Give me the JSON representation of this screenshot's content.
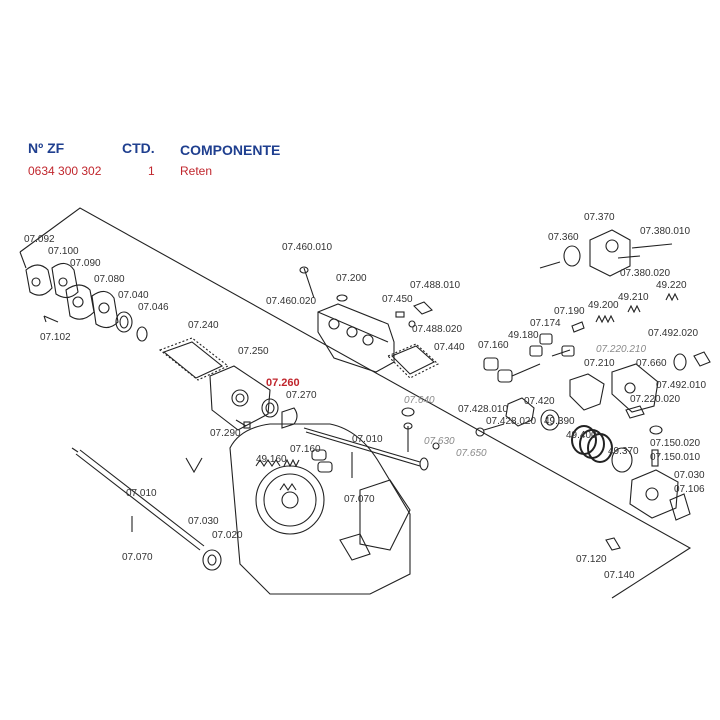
{
  "header": {
    "col_zf": "Nº ZF",
    "col_qty": "CTD.",
    "col_component": "COMPONENTE"
  },
  "row": {
    "zf": "0634 300 302",
    "qty": "1",
    "component": "Reten"
  },
  "colors": {
    "header": "#1f3f8f",
    "value": "#c0262d",
    "highlight": "#c0262d",
    "line": "#222222",
    "label": "#333333",
    "italic_label": "#8a8a8a"
  },
  "highlighted_part": "07.260",
  "parts": [
    {
      "id": "07.092"
    },
    {
      "id": "07.100"
    },
    {
      "id": "07.090"
    },
    {
      "id": "07.080"
    },
    {
      "id": "07.040"
    },
    {
      "id": "07.046"
    },
    {
      "id": "07.102"
    },
    {
      "id": "07.240"
    },
    {
      "id": "07.250"
    },
    {
      "id": "07.260"
    },
    {
      "id": "07.270"
    },
    {
      "id": "07.290"
    },
    {
      "id": "49.160"
    },
    {
      "id": "07.160"
    },
    {
      "id": "07.010"
    },
    {
      "id": "07.030"
    },
    {
      "id": "07.020"
    },
    {
      "id": "07.070"
    },
    {
      "id": "07.010"
    },
    {
      "id": "07.070"
    },
    {
      "id": "07.460.010"
    },
    {
      "id": "07.200"
    },
    {
      "id": "07.460.020"
    },
    {
      "id": "07.450"
    },
    {
      "id": "07.488.010"
    },
    {
      "id": "07.488.020"
    },
    {
      "id": "07.440"
    },
    {
      "id": "07.640",
      "italic": true
    },
    {
      "id": "07.630",
      "italic": true
    },
    {
      "id": "07.650",
      "italic": true
    },
    {
      "id": "07.370"
    },
    {
      "id": "07.360"
    },
    {
      "id": "07.380.010"
    },
    {
      "id": "07.380.020"
    },
    {
      "id": "49.220"
    },
    {
      "id": "07.190"
    },
    {
      "id": "49.200"
    },
    {
      "id": "49.210"
    },
    {
      "id": "07.174"
    },
    {
      "id": "49.180"
    },
    {
      "id": "07.160"
    },
    {
      "id": "07.492.020"
    },
    {
      "id": "07.220.210",
      "italic": true
    },
    {
      "id": "07.660"
    },
    {
      "id": "07.210"
    },
    {
      "id": "07.492.010"
    },
    {
      "id": "07.428.010"
    },
    {
      "id": "07.420"
    },
    {
      "id": "07.220.020"
    },
    {
      "id": "49.390"
    },
    {
      "id": "07.428.020"
    },
    {
      "id": "49.400"
    },
    {
      "id": "07.150.020"
    },
    {
      "id": "07.150.010"
    },
    {
      "id": "49.370"
    },
    {
      "id": "07.030"
    },
    {
      "id": "07.106"
    },
    {
      "id": "07.120"
    },
    {
      "id": "07.140"
    }
  ]
}
